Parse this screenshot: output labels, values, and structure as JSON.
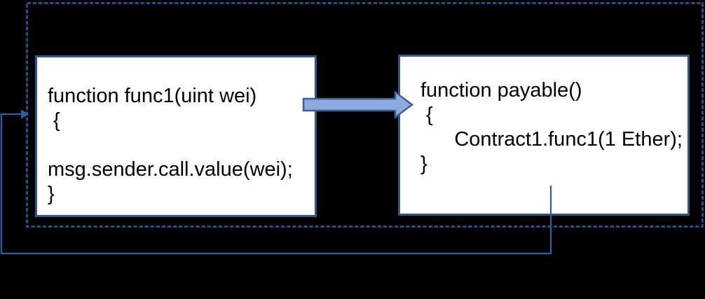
{
  "diagram": {
    "boxes": {
      "contract1": {
        "code": "function func1(uint wei)\n {\n\nmsg.sender.call.value(wei);\n}"
      },
      "contract2": {
        "code": "function payable()\n {\n      Contract1.func1(1 Ether);\n}"
      }
    },
    "colors": {
      "background": "#000000",
      "box_background": "#FFFFFF",
      "box_border": "#2F5597",
      "dashed_border": "#2C4B87",
      "call_arrow_fill": "#8FAADC",
      "call_arrow_outline": "#3E5F9E",
      "loop_line": "#2E5EA6",
      "code_text": "#000000"
    },
    "icons": {
      "call_arrow": "thick-right-arrow",
      "loop_arrowhead": "small-right-arrowhead"
    }
  }
}
